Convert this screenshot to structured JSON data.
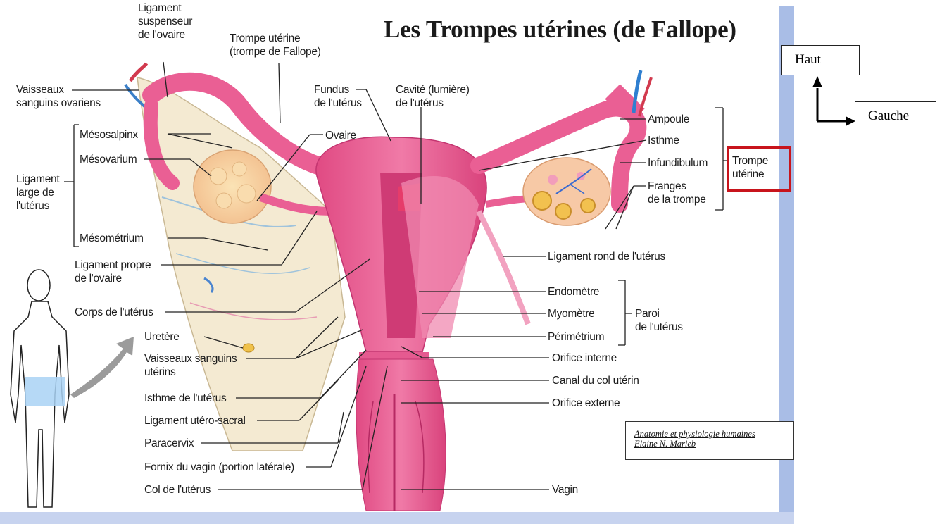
{
  "title": "Les Trompes utérines (de Fallope)",
  "labels": {
    "ligament_suspenseur": [
      "Ligament",
      "suspenseur",
      "de l'ovaire"
    ],
    "trompe_uterine_top": [
      "Trompe utérine",
      "(trompe de Fallope)"
    ],
    "vaisseaux_ovariens": [
      "Vaisseaux",
      "sanguins ovariens"
    ],
    "fundus": [
      "Fundus",
      "de l'utérus"
    ],
    "cavite": [
      "Cavité (lumière)",
      "de l'utérus"
    ],
    "mesosalpinx": "Mésosalpinx",
    "ovaire": "Ovaire",
    "mesovarium": "Mésovarium",
    "ligament_large": [
      "Ligament",
      "large de",
      "l'utérus"
    ],
    "mesometrium": "Mésométrium",
    "ligament_propre": [
      "Ligament propre",
      "de l'ovaire"
    ],
    "corps": "Corps de l'utérus",
    "uretere": "Uretère",
    "vaisseaux_uterins": [
      "Vaisseaux sanguins",
      "utérins"
    ],
    "isthme_uterus": "Isthme de l'utérus",
    "ligament_utero_sacral": "Ligament utéro-sacral",
    "paracervix": "Paracervix",
    "fornix": "Fornix du vagin (portion latérale)",
    "col": "Col de l'utérus",
    "ampoule": "Ampoule",
    "isthme": "Isthme",
    "infundibulum": "Infundibulum",
    "franges": [
      "Franges",
      "de la trompe"
    ],
    "trompe_uterine_bracket": [
      "Trompe",
      "utérine"
    ],
    "ligament_rond": "Ligament rond de l'utérus",
    "endometre": "Endomètre",
    "myometre": "Myomètre",
    "perimetrium": "Périmétrium",
    "paroi": [
      "Paroi",
      "de l'utérus"
    ],
    "orifice_interne": "Orifice interne",
    "canal_col": "Canal du col utérin",
    "orifice_externe": "Orifice externe",
    "vagin": "Vagin"
  },
  "nav": {
    "haut": "Haut",
    "gauche": "Gauche"
  },
  "credit": [
    "Anatomie et physiologie humaines",
    "Elaine N. Marieb"
  ],
  "colors": {
    "tissue_pink": "#e8598f",
    "light_pink": "#f4a6c4",
    "broad_ligament": "#f5ecd6",
    "highlight_red": "#c8141c",
    "panel_blue": "#a9bde6"
  }
}
